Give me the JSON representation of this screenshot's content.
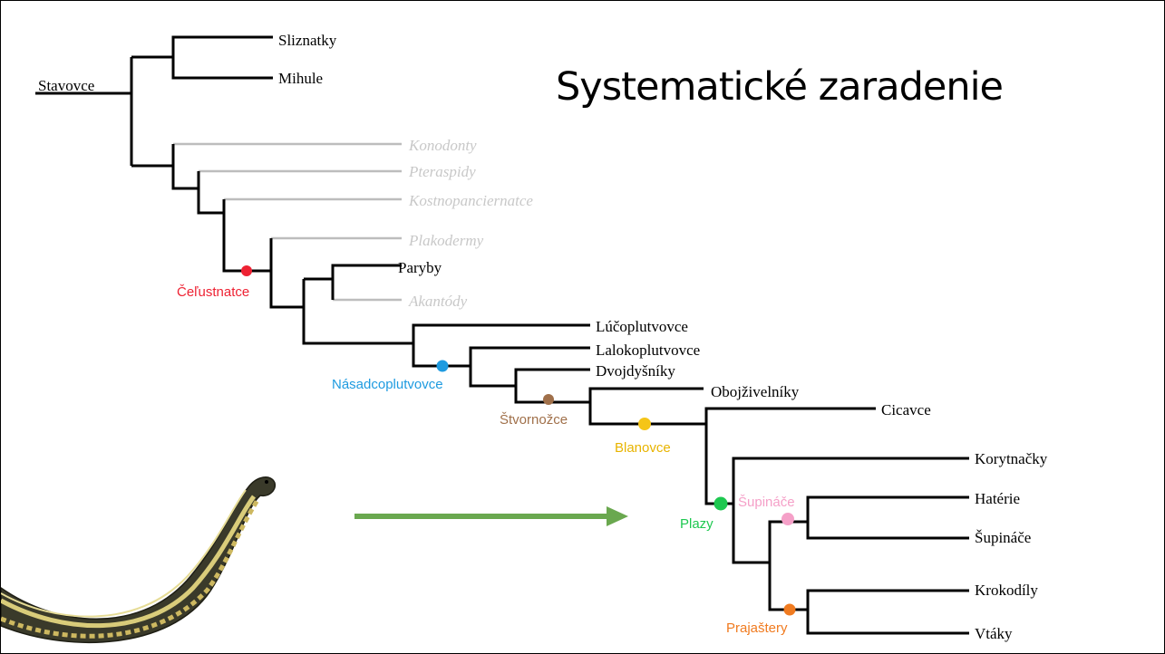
{
  "title": "Systematické zaradenie",
  "colors": {
    "branch": "#000000",
    "extinct_branch": "#bdbdbd",
    "arrow": "#6aa84f"
  },
  "taxa": {
    "root": "Stavovce",
    "sliznatky": "Sliznatky",
    "mihule": "Mihule",
    "konodonty": "Konodonty",
    "pteraspidy": "Pteraspidy",
    "kostnopanciernatce": "Kostnopanciernatce",
    "plakodermy": "Plakodermy",
    "paryby": "Paryby",
    "akantody": "Akantódy",
    "lucoplutvovce": "Lúčoplutvovce",
    "lalokoplutvovce": "Lalokoplutvovce",
    "dvojdysniky": "Dvojdyšníky",
    "obojzivelniky": "Obojživelníky",
    "cicavce": "Cicavce",
    "korytnacky": "Korytnačky",
    "haterie": "Hatérie",
    "supinace": "Šupináče",
    "krokodily": "Krokodíly",
    "vtaky": "Vtáky"
  },
  "clades": {
    "celustnatce": {
      "label": "Čeľustnatce",
      "color": "#ee2233"
    },
    "nasadcoplutvovce": {
      "label": "Násadcoplutvovce",
      "color": "#1e9be0"
    },
    "stvornozce": {
      "label": "Štvornožce",
      "color": "#a0704a"
    },
    "blanovce": {
      "label": "Blanovce",
      "color": "#f5c518"
    },
    "plazy": {
      "label": "Plazy",
      "color": "#1ec850"
    },
    "supinace": {
      "label": "Šupináče",
      "color": "#f5a0c8"
    },
    "prajastery": {
      "label": "Prajaštery",
      "color": "#f07b20"
    }
  },
  "image": {
    "name": "garter-snake"
  }
}
